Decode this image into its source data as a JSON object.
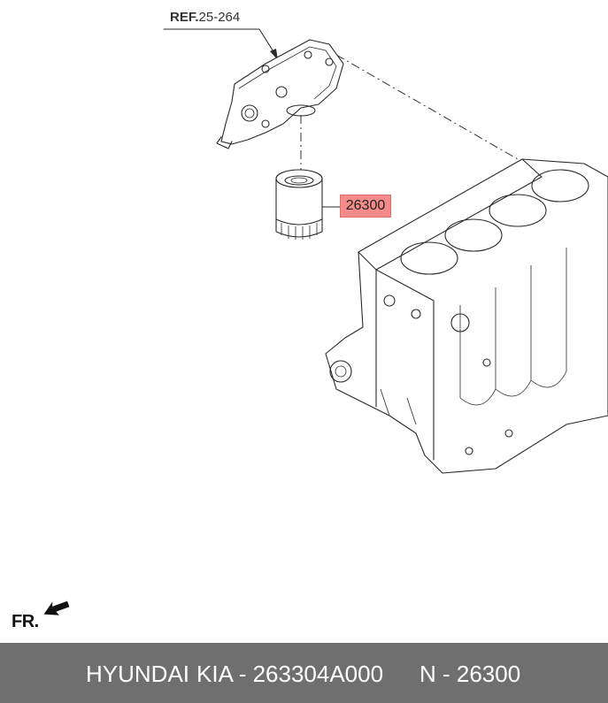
{
  "diagram": {
    "ref_prefix": "REF.",
    "ref_number": "25-264",
    "part_number_callout": "26300",
    "front_indicator": "FR."
  },
  "footer": {
    "brand": "HYUNDAI",
    "make_part": "KIA - 263304A000",
    "ref_part": "N - 26300"
  }
}
